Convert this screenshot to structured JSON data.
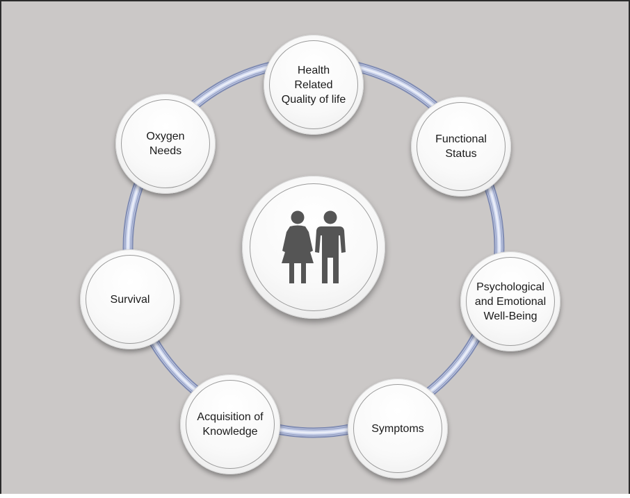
{
  "diagram": {
    "center_icon": "people-icon",
    "ring_color": "#b9c4e0",
    "nodes": [
      {
        "id": "hrqol",
        "label": "Health\nRelated\nQuality of life"
      },
      {
        "id": "functional",
        "label": "Functional\nStatus"
      },
      {
        "id": "psych",
        "label": "Psychological\nand Emotional\nWell-Being"
      },
      {
        "id": "symptoms",
        "label": "Symptoms"
      },
      {
        "id": "knowledge",
        "label": "Acquisition of\nKnowledge"
      },
      {
        "id": "survival",
        "label": "Survival"
      },
      {
        "id": "oxygen",
        "label": "Oxygen\nNeeds"
      }
    ]
  }
}
